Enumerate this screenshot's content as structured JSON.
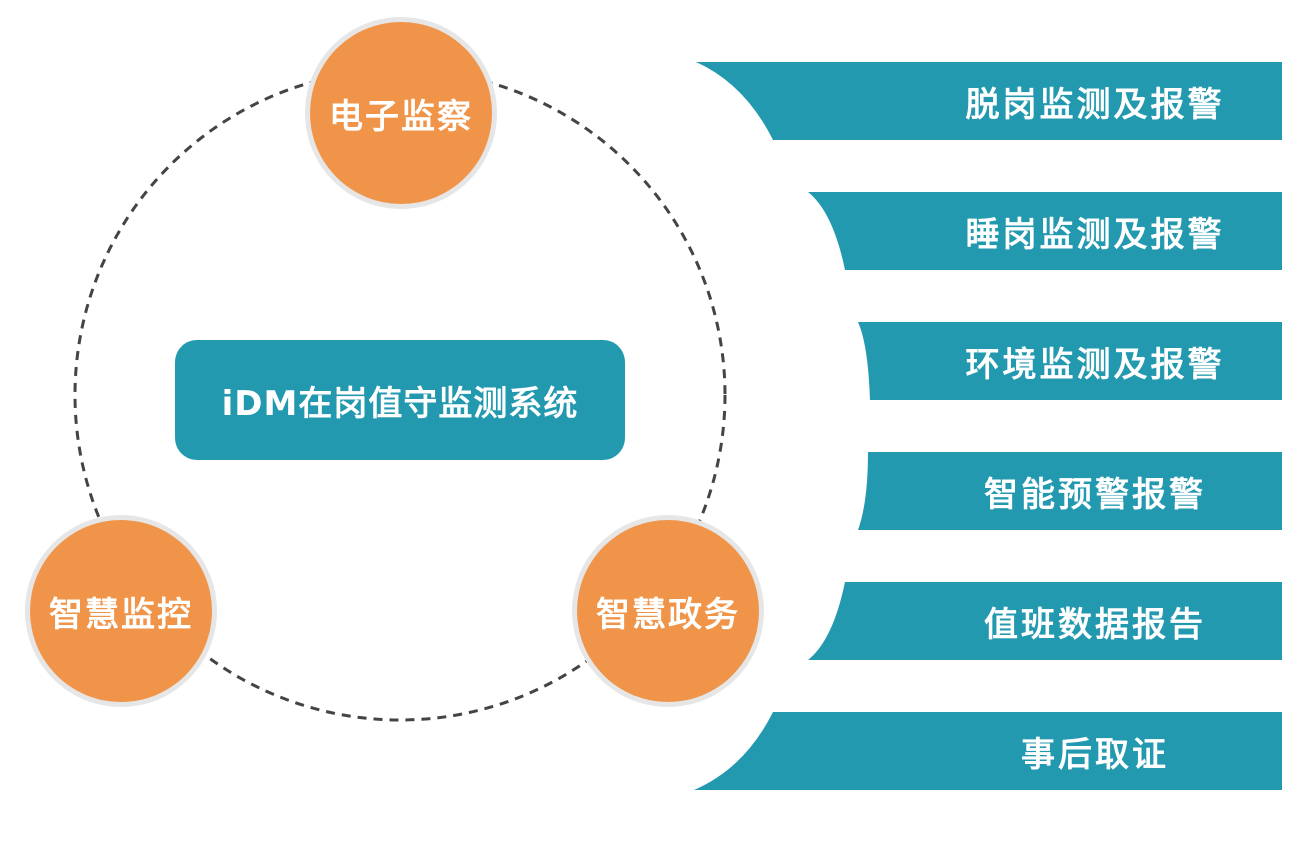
{
  "center": {
    "label": "iDM在岗值守监测系统"
  },
  "nodes": [
    {
      "label": "电子监察"
    },
    {
      "label": "智慧监控"
    },
    {
      "label": "智慧政务"
    }
  ],
  "features": [
    {
      "label": "脱岗监测及报警"
    },
    {
      "label": "睡岗监测及报警"
    },
    {
      "label": "环境监测及报警"
    },
    {
      "label": "智能预警报警"
    },
    {
      "label": "值班数据报告"
    },
    {
      "label": "事后取证"
    }
  ],
  "colors": {
    "teal": "#2399b0",
    "orange": "#f0944a",
    "ring": "#444444"
  }
}
